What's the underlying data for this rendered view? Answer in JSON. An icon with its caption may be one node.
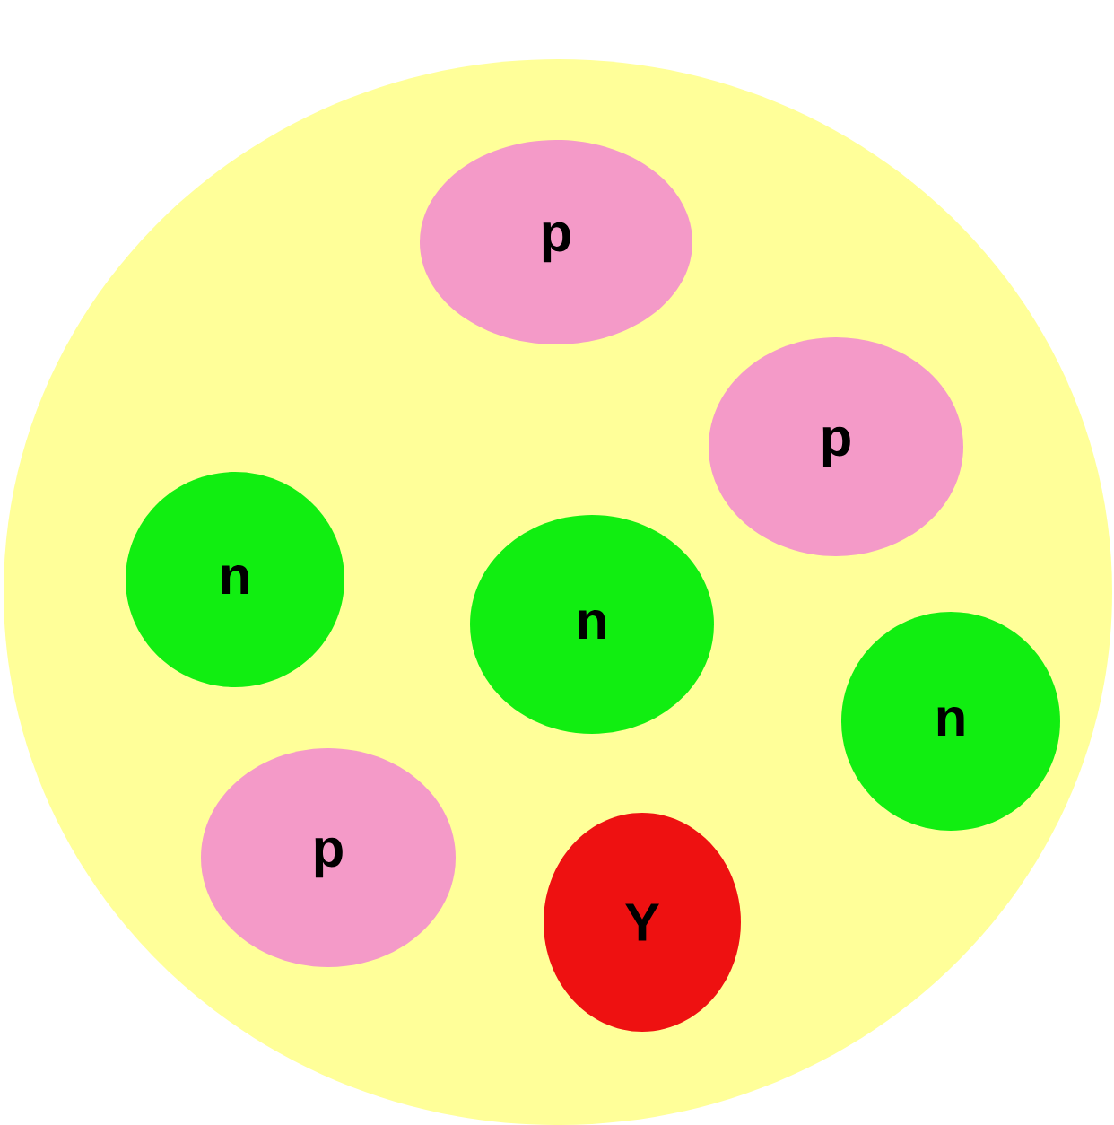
{
  "diagram": {
    "nodes": [
      {
        "text": [],
        "shape": "circle"
      },
      {
        "text": [
          "p"
        ],
        "in": 0
      },
      {
        "text": [
          "p"
        ],
        "in": 0
      },
      {
        "text": [
          "n"
        ],
        "in": 0
      },
      {
        "text": [
          "n"
        ],
        "in": 0
      },
      {
        "text": [
          "n"
        ],
        "in": 0
      },
      {
        "text": [
          "p"
        ],
        "in": 0
      },
      {
        "text": [
          "Y"
        ],
        "in": 0
      }
    ]
  }
}
